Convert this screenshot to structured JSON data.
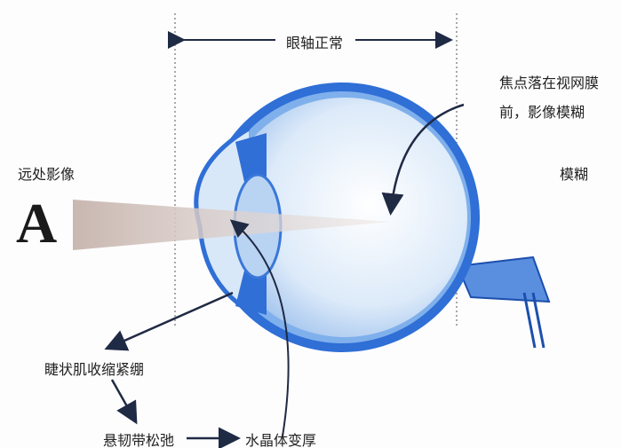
{
  "labels": {
    "axis_normal": "眼轴正常",
    "distant_image": "远处影像",
    "letter": "A",
    "focus_line1": "焦点落在视网膜",
    "focus_line2": "前，影像模糊",
    "blurry": "模糊",
    "ciliary": "睫状肌收缩紧绷",
    "zonule": "悬韧带松弛",
    "lens": "水晶体变厚"
  },
  "colors": {
    "eye_blue": "#2f6fd6",
    "eye_light": "#bcd6f4",
    "arrow": "#1f2a44"
  }
}
